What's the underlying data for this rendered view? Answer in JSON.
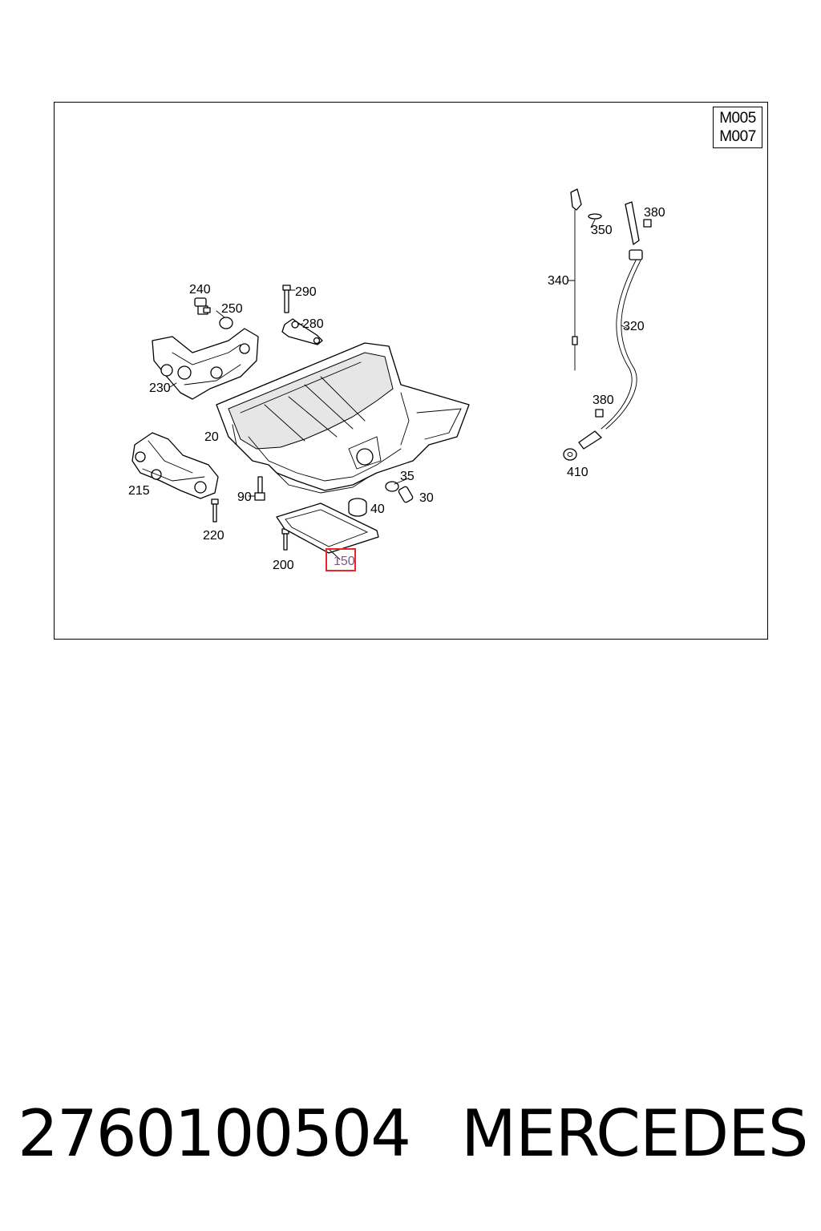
{
  "diagram": {
    "model_codes": [
      "M005",
      "M007"
    ],
    "callouts": [
      {
        "id": "p240",
        "label": "240"
      },
      {
        "id": "p250",
        "label": "250"
      },
      {
        "id": "p290",
        "label": "290"
      },
      {
        "id": "p280",
        "label": "280"
      },
      {
        "id": "p230",
        "label": "230"
      },
      {
        "id": "p20",
        "label": "20"
      },
      {
        "id": "p215",
        "label": "215"
      },
      {
        "id": "p220",
        "label": "220"
      },
      {
        "id": "p90",
        "label": "90"
      },
      {
        "id": "p35",
        "label": "35"
      },
      {
        "id": "p30",
        "label": "30"
      },
      {
        "id": "p40",
        "label": "40"
      },
      {
        "id": "p200",
        "label": "200"
      },
      {
        "id": "p150",
        "label": "150",
        "highlighted": true
      },
      {
        "id": "p340",
        "label": "340"
      },
      {
        "id": "p350",
        "label": "350"
      },
      {
        "id": "p380a",
        "label": "380"
      },
      {
        "id": "p320",
        "label": "320"
      },
      {
        "id": "p380b",
        "label": "380"
      },
      {
        "id": "p410",
        "label": "410"
      }
    ],
    "highlight_color": "#e8262c"
  },
  "footer": {
    "part_number": "2760100504",
    "brand": "MERCEDES"
  }
}
